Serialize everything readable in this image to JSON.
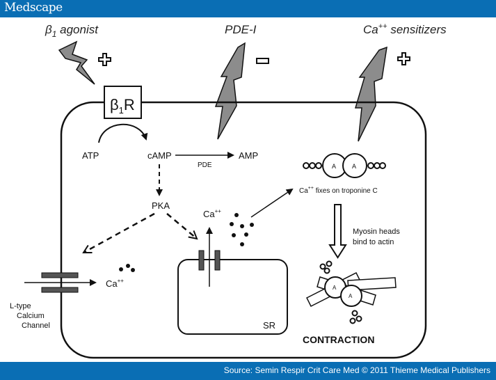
{
  "header": {
    "logo": "Medscape"
  },
  "footer": {
    "source": "Source: Semin Respir Crit Care Med © 2011 Thieme Medical Publishers"
  },
  "colors": {
    "bar": "#0a6eb4",
    "bolt": "#8c8c8c"
  },
  "drugs": {
    "beta_agonist": {
      "symbol": "β",
      "sub": "1",
      "rest": " agonist",
      "sign": "plus"
    },
    "pde_i": {
      "label": "PDE-I",
      "sign": "minus"
    },
    "ca_sensitizers": {
      "base": "Ca",
      "sup": "++",
      "rest": " sensitizers",
      "sign": "plus"
    }
  },
  "receptor": {
    "symbol": "β",
    "sub": "1",
    "rest": "R"
  },
  "labels": {
    "atp": "ATP",
    "camp": "cAMP",
    "pde": "PDE",
    "amp": "AMP",
    "pka": "PKA",
    "ca_base": "Ca",
    "ca_sup": "++",
    "troponin_rest": " fixes on troponine C",
    "myosin_line1": "Myosin heads",
    "myosin_line2": "bind to actin",
    "channel_line1": "L-type",
    "channel_line2": "Calcium",
    "channel_line3": "Channel",
    "sr": "SR",
    "contraction": "CONTRACTION",
    "actin_a": "A"
  }
}
